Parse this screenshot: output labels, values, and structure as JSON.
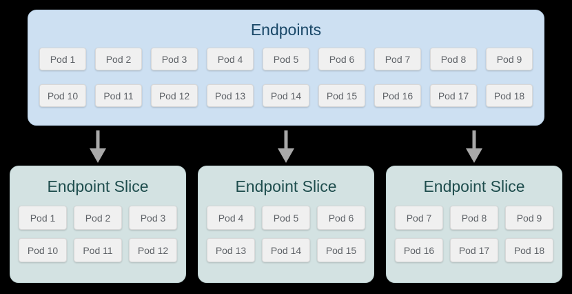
{
  "colors": {
    "page_background": "#000000",
    "endpoints_fill": "#cde0f2",
    "endpoints_title_text": "#1a4868",
    "slice_fill": "#d3e2e2",
    "slice_title_text": "#1e4d4d",
    "pod_fill": "#f0f0f0",
    "pod_border": "#d8d8d8",
    "pod_text": "#5f6368",
    "arrow": "#a9a9a9"
  },
  "endpoints": {
    "title": "Endpoints",
    "pods_row1": [
      "Pod 1",
      "Pod 2",
      "Pod 3",
      "Pod 4",
      "Pod 5",
      "Pod 6",
      "Pod 7",
      "Pod 8",
      "Pod 9"
    ],
    "pods_row2": [
      "Pod 10",
      "Pod 11",
      "Pod 12",
      "Pod 13",
      "Pod 14",
      "Pod 15",
      "Pod 16",
      "Pod 17",
      "Pod 18"
    ]
  },
  "slices": [
    {
      "title": "Endpoint Slice",
      "pods_row1": [
        "Pod 1",
        "Pod 2",
        "Pod 3"
      ],
      "pods_row2": [
        "Pod 10",
        "Pod 11",
        "Pod 12"
      ]
    },
    {
      "title": "Endpoint Slice",
      "pods_row1": [
        "Pod 4",
        "Pod 5",
        "Pod 6"
      ],
      "pods_row2": [
        "Pod 13",
        "Pod 14",
        "Pod 15"
      ]
    },
    {
      "title": "Endpoint Slice",
      "pods_row1": [
        "Pod 7",
        "Pod 8",
        "Pod 9"
      ],
      "pods_row2": [
        "Pod 16",
        "Pod 17",
        "Pod 18"
      ]
    }
  ]
}
